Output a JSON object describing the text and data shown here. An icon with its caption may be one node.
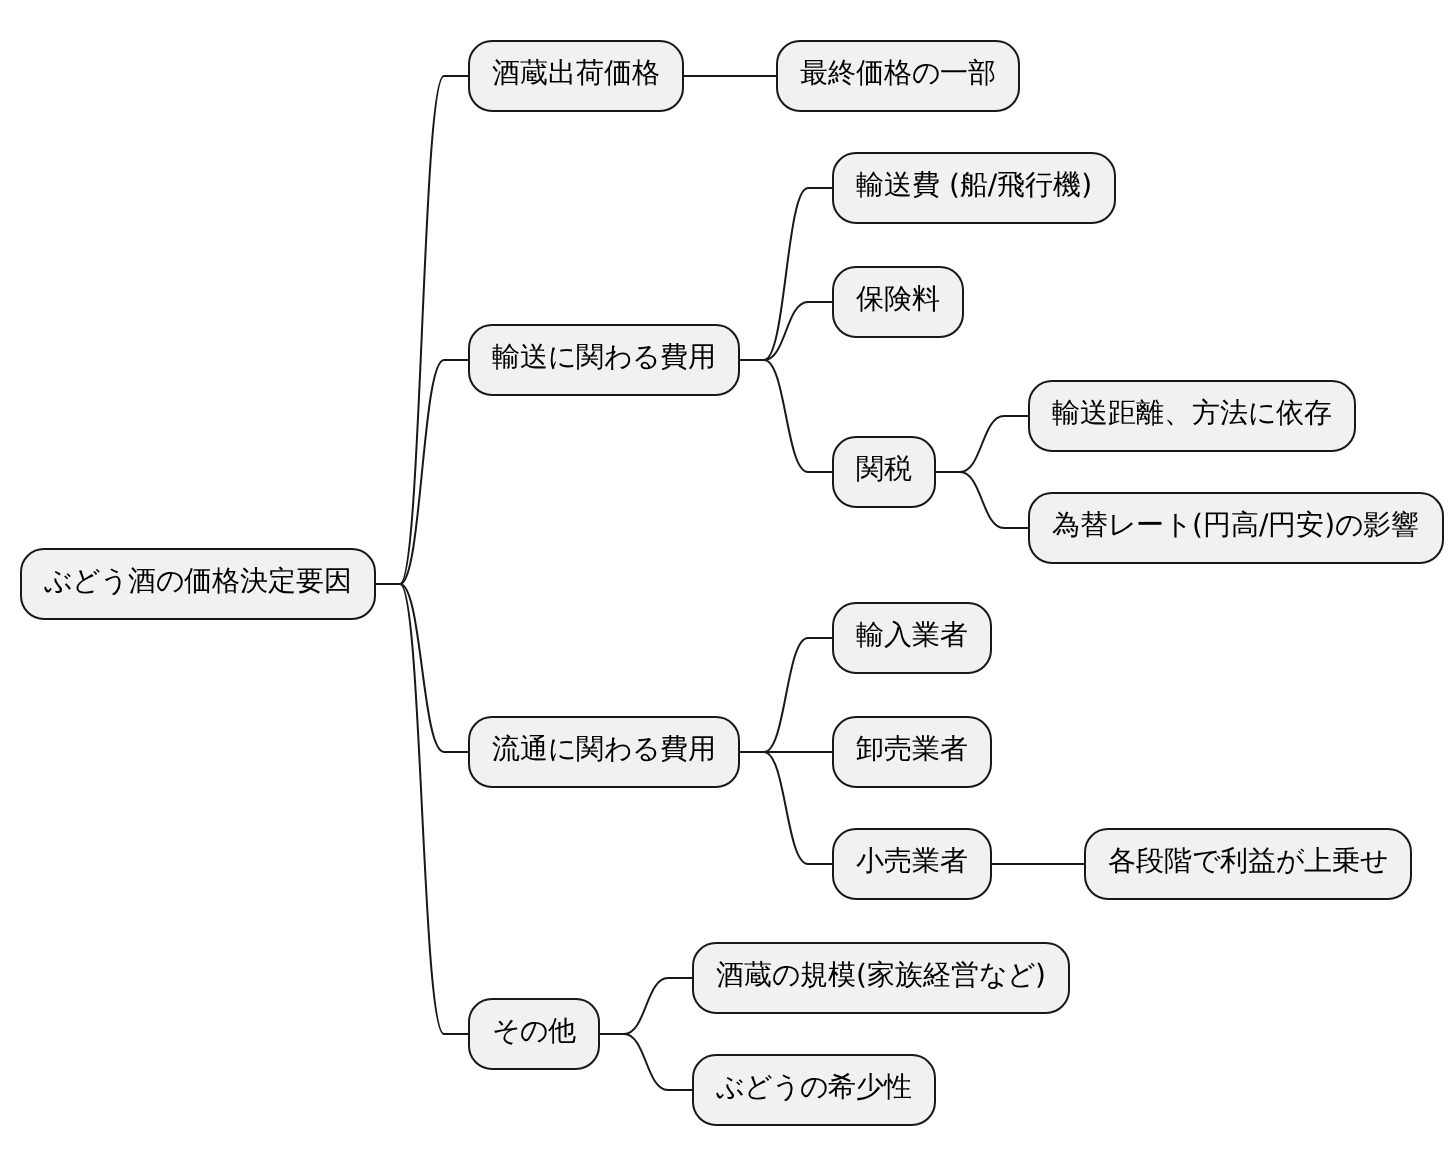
{
  "diagram": {
    "nodes": [
      {
        "text": [
          "ぶどう酒の価格決定要因"
        ]
      },
      {
        "text": [
          "酒蔵出荷価格"
        ]
      },
      {
        "text": [
          "最終価格の一部"
        ]
      },
      {
        "text": [
          "輸送に関わる費用"
        ]
      },
      {
        "text": [
          "輸送費 (船/飛行機)"
        ]
      },
      {
        "text": [
          "保険料"
        ]
      },
      {
        "text": [
          "関税"
        ]
      },
      {
        "text": [
          "輸送距離、方法に依存"
        ]
      },
      {
        "text": [
          "為替レート(円高/円安)の影響"
        ]
      },
      {
        "text": [
          "流通に関わる費用"
        ]
      },
      {
        "text": [
          "輸入業者"
        ]
      },
      {
        "text": [
          "卸売業者"
        ]
      },
      {
        "text": [
          "小売業者"
        ]
      },
      {
        "text": [
          "各段階で利益が上乗せ"
        ]
      },
      {
        "text": [
          "その他"
        ]
      },
      {
        "text": [
          "酒蔵の規模(家族経営など)"
        ]
      },
      {
        "text": [
          "ぶどうの希少性"
        ]
      }
    ],
    "edges": [
      {
        "from": 0,
        "to": 1,
        "arrow": "none"
      },
      {
        "from": 1,
        "to": 2,
        "arrow": "none"
      },
      {
        "from": 0,
        "to": 3,
        "arrow": "none"
      },
      {
        "from": 3,
        "to": 4,
        "arrow": "none"
      },
      {
        "from": 3,
        "to": 5,
        "arrow": "none"
      },
      {
        "from": 3,
        "to": 6,
        "arrow": "none"
      },
      {
        "from": 6,
        "to": 7,
        "arrow": "none"
      },
      {
        "from": 6,
        "to": 8,
        "arrow": "none"
      },
      {
        "from": 0,
        "to": 9,
        "arrow": "none"
      },
      {
        "from": 9,
        "to": 10,
        "arrow": "none"
      },
      {
        "from": 9,
        "to": 11,
        "arrow": "none"
      },
      {
        "from": 9,
        "to": 12,
        "arrow": "none"
      },
      {
        "from": 12,
        "to": 13,
        "arrow": "none"
      },
      {
        "from": 0,
        "to": 14,
        "arrow": "none"
      },
      {
        "from": 14,
        "to": 15,
        "arrow": "none"
      },
      {
        "from": 14,
        "to": 16,
        "arrow": "none"
      }
    ]
  }
}
